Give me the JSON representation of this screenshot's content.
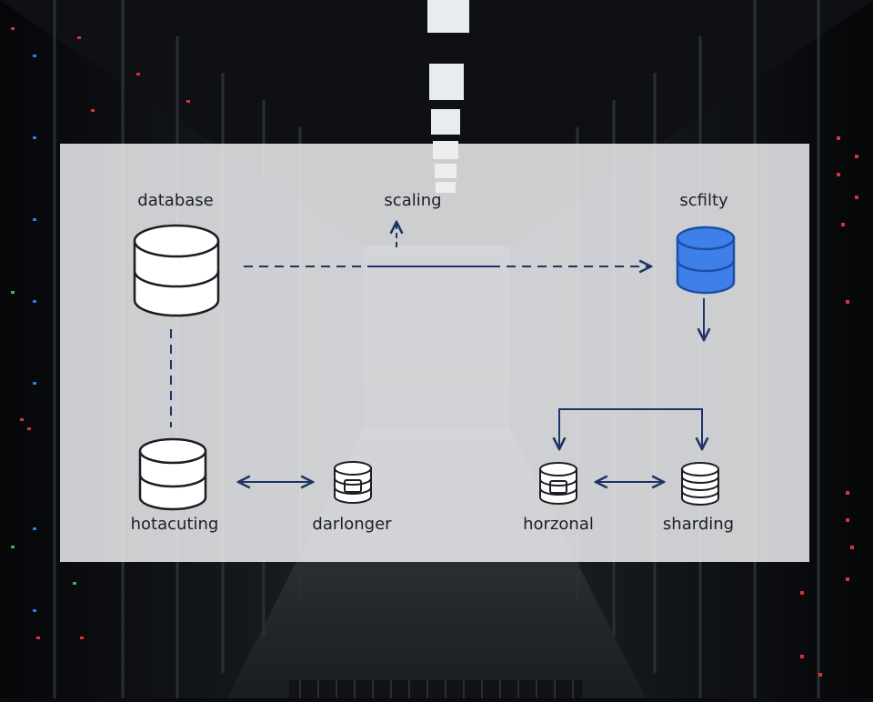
{
  "colors": {
    "panel": "#eceef0",
    "stroke": "#1a1d22",
    "connector": "#1b3566",
    "accent_fill": "#3f7fe8",
    "accent_stroke": "#1d4ea8"
  },
  "labels": {
    "database": "database",
    "scaling": "scaling",
    "scfilty": "scfilty",
    "hotacuting": "hotacuting",
    "darlonger": "darlonger",
    "horzonal": "horzonal",
    "sharding": "sharding"
  },
  "icons": {
    "main_db": "database-icon",
    "accent_db": "database-icon",
    "hot_db": "database-icon",
    "small_db": "database-icon",
    "horz_db": "database-icon",
    "shard_db": "database-icon"
  }
}
